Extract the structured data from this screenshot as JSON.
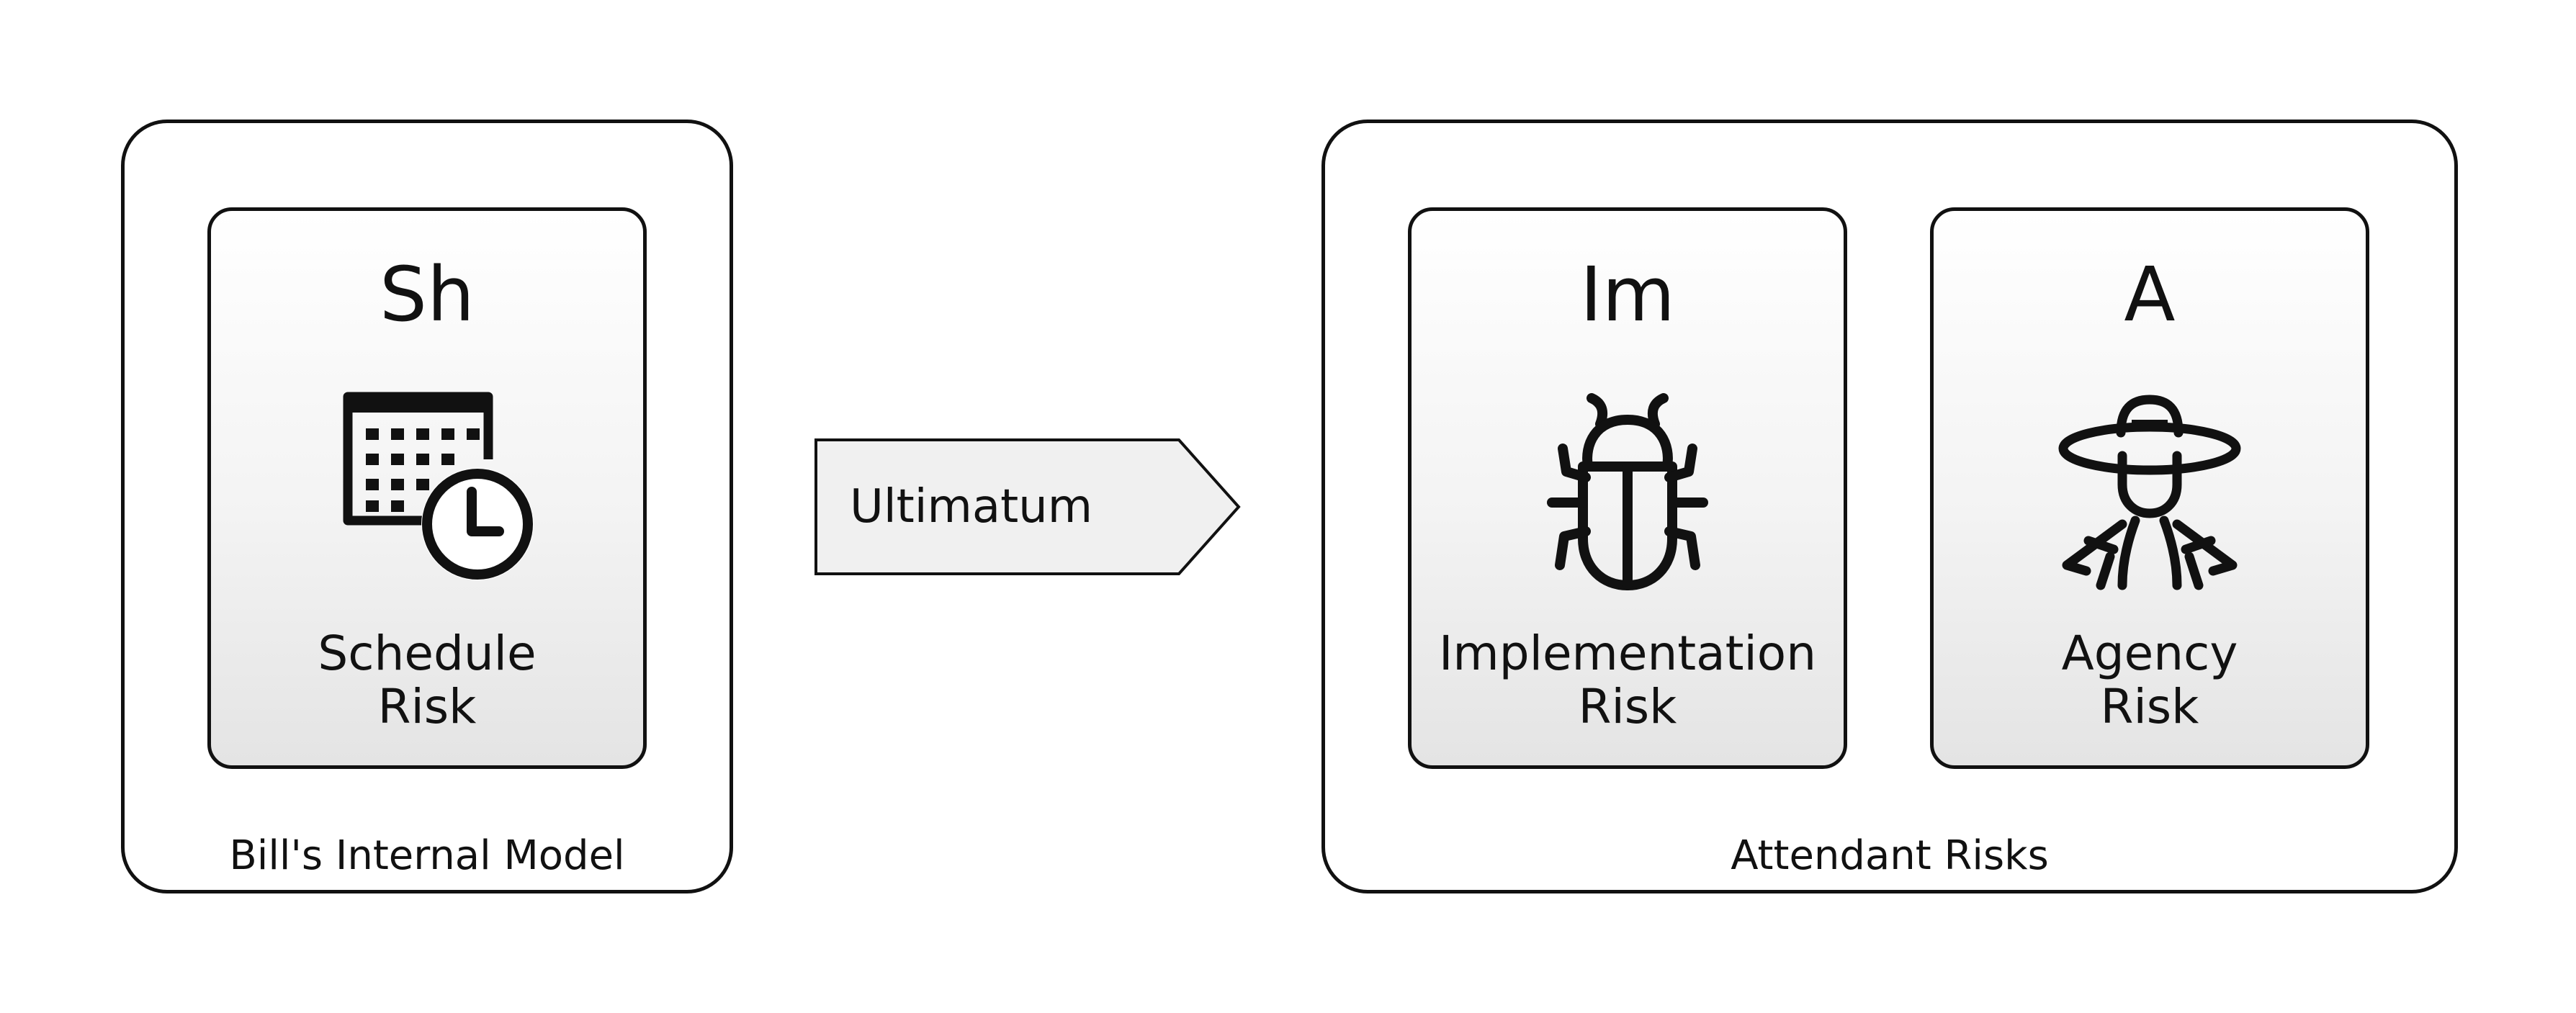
{
  "groups": {
    "internal_model": {
      "label": "Bill's Internal Model"
    },
    "attendant": {
      "label": "Attendant Risks"
    }
  },
  "cards": {
    "schedule": {
      "symbol": "Sh",
      "line1": "Schedule",
      "line2": "Risk",
      "icon": "calendar-clock-icon"
    },
    "implementation": {
      "symbol": "Im",
      "line1": "Implementation",
      "line2": "Risk",
      "icon": "bug-icon"
    },
    "agency": {
      "symbol": "A",
      "line1": "Agency",
      "line2": "Risk",
      "icon": "spy-agent-icon"
    }
  },
  "arrow": {
    "label": "Ultimatum"
  },
  "colors": {
    "stroke": "#111111",
    "card_gradient_top": "#ffffff",
    "card_gradient_bottom": "#e4e4e4"
  }
}
